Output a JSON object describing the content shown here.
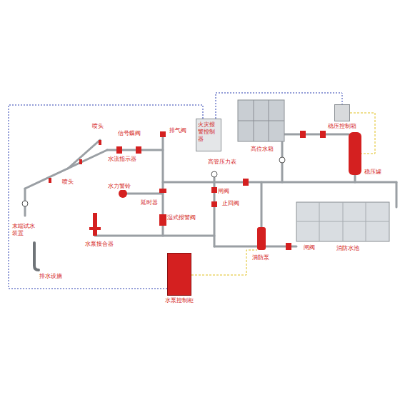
{
  "diagram": {
    "nodes": [
      {
        "text": [
          "火灾报警控制器"
        ]
      },
      {
        "text": [
          "稳压控制箱"
        ]
      },
      {
        "text": [
          "水泵控制柜"
        ]
      }
    ],
    "edges": [
      {
        "from": 0,
        "to": 1,
        "arrow": "none"
      },
      {
        "from": 0,
        "to": 2,
        "arrow": "none"
      }
    ],
    "labels": [
      "喷头",
      "喷头",
      "信号蝶阀",
      "水流指示器",
      "排气阀",
      "高管压力表",
      "高位水箱",
      "稳压罐",
      "水力警铃",
      "延时器",
      "湿式报警阀",
      "末端试水装置",
      "水泵接合器",
      "闸阀",
      "止回阀",
      "消防泵",
      "闸阀",
      "消防水池",
      "排水设施"
    ]
  }
}
